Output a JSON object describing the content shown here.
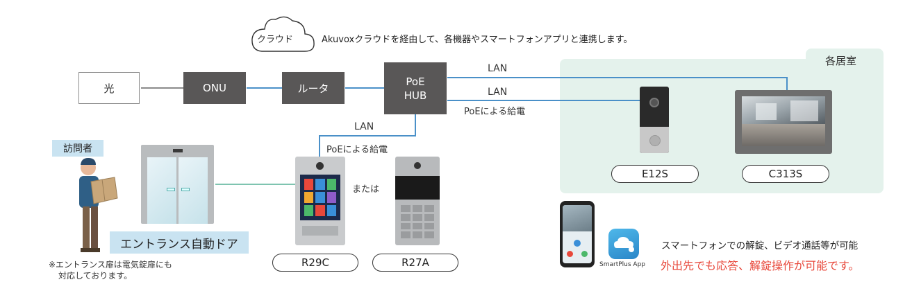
{
  "cloud": {
    "label": "クラウド",
    "description": "Akuvoxクラウドを経由して、各機器やスマートフォンアプリと連携します。"
  },
  "network": {
    "fiber": "光",
    "onu": "ONU",
    "router": "ルータ",
    "hub_line1": "PoE",
    "hub_line2": "HUB",
    "lan_top": "LAN",
    "lan_mid": "LAN",
    "poe_right": "PoEによる給電",
    "lan_down": "LAN",
    "poe_down": "PoEによる給電"
  },
  "rooms": {
    "title": "各居室",
    "device1": "E12S",
    "device2": "C313S"
  },
  "entrance": {
    "visitor": "訪問者",
    "door_label": "エントランス自動ドア",
    "note_line1": "※エントランス扉は電気錠扉にも",
    "note_line2": "対応しております。",
    "panel1": "R29C",
    "or_text": "または",
    "panel2": "R27A"
  },
  "app": {
    "app_name": "SmartPlus App",
    "line1": "スマートフォンでの解錠、ビデオ通話等が可能",
    "line2": "外出先でも応答、解錠操作が可能です。"
  },
  "colors": {
    "line_blue": "#4a90c8",
    "line_gray": "#8a8a8a",
    "dark_box": "#595757",
    "room_bg": "#e4f2ec",
    "label_bg": "#c9e3f1",
    "highlight_red": "#e8483b",
    "door_line": "#7fc4b0"
  }
}
